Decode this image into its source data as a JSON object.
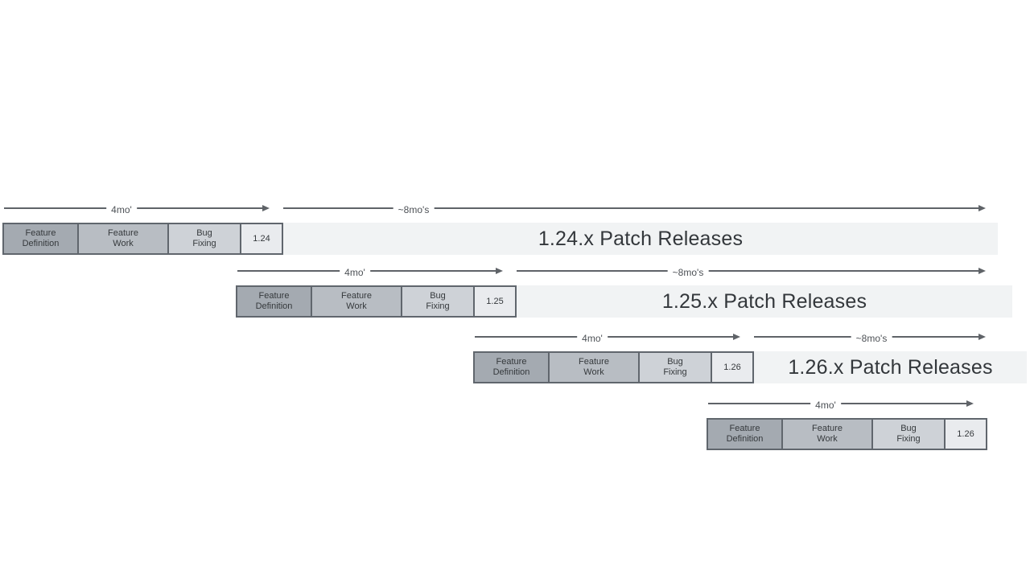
{
  "diagram": {
    "description": "Software release cadence timeline with overlapping release cycles",
    "background": "#ffffff"
  },
  "colors": {
    "feature_definition": "#a4aab1",
    "feature_work": "#b8bdc3",
    "bug_fixing": "#ced2d7",
    "version_box": "#e9ebee",
    "patch_bar": "#f1f3f4",
    "border": "#60666d",
    "arrow": "#5f6368",
    "label_text": "#4d5156",
    "box_text": "#35393c",
    "patch_text": "#33373b"
  },
  "labels": {
    "cycle_duration": "4mo'",
    "patch_duration": "~8mo's"
  },
  "phases": [
    {
      "name": "feature-definition",
      "line1": "Feature",
      "line2": "Definition"
    },
    {
      "name": "feature-work",
      "line1": "Feature",
      "line2": "Work"
    },
    {
      "name": "bug-fixing",
      "line1": "Bug",
      "line2": "Fixing"
    }
  ],
  "rows": [
    {
      "version": "1.24",
      "patch_label": "1.24.x Patch Releases"
    },
    {
      "version": "1.25",
      "patch_label": "1.25.x Patch Releases"
    },
    {
      "version": "1.26",
      "patch_label": "1.26.x Patch Releases"
    },
    {
      "version": "1.26",
      "patch_label": ""
    }
  ]
}
